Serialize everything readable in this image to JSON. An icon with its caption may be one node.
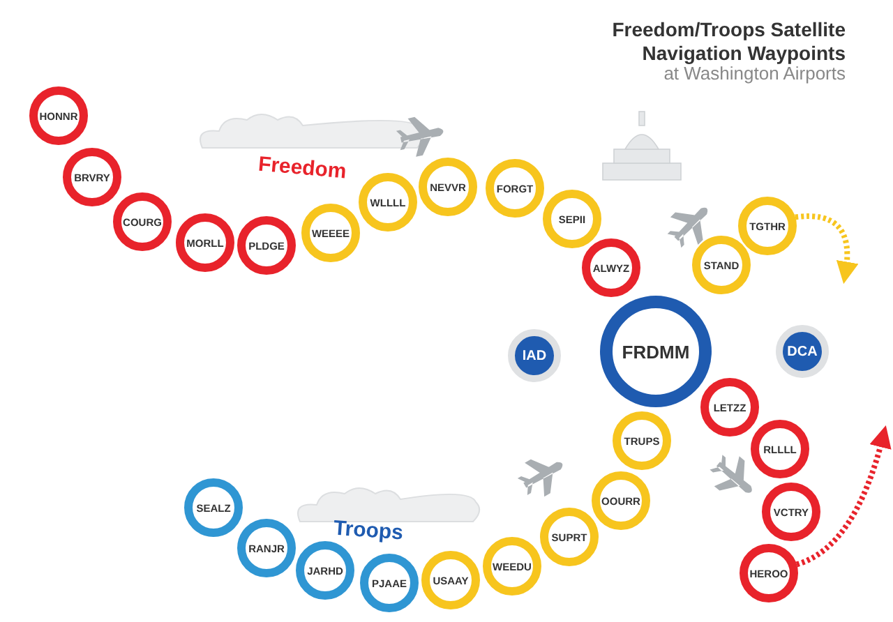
{
  "diagram": {
    "title": "Freedom/Troops Satellite Navigation Waypoints",
    "nodes": [
      {
        "text": [
          "HONNR"
        ]
      },
      {
        "text": [
          "BRVRY"
        ]
      },
      {
        "text": [
          "COURG"
        ]
      },
      {
        "text": [
          "MORLL"
        ]
      },
      {
        "text": [
          "PLDGE"
        ]
      },
      {
        "text": [
          "WEEEE"
        ]
      },
      {
        "text": [
          "WLLLL"
        ]
      },
      {
        "text": [
          "NEVVR"
        ]
      },
      {
        "text": [
          "FORGT"
        ]
      },
      {
        "text": [
          "SEPII"
        ]
      },
      {
        "text": [
          "ALWYZ"
        ]
      },
      {
        "text": [
          "STAND"
        ]
      },
      {
        "text": [
          "TGTHR"
        ]
      },
      {
        "text": [
          "IAD"
        ]
      },
      {
        "text": [
          "FRDMM"
        ]
      },
      {
        "text": [
          "DCA"
        ]
      },
      {
        "text": [
          "LETZZ"
        ]
      },
      {
        "text": [
          "TRUPS"
        ]
      },
      {
        "text": [
          "RLLLL"
        ]
      },
      {
        "text": [
          "OOURR"
        ]
      },
      {
        "text": [
          "VCTRY"
        ]
      },
      {
        "text": [
          "SUPRT"
        ]
      },
      {
        "text": [
          "SEALZ"
        ]
      },
      {
        "text": [
          "WEEDU"
        ]
      },
      {
        "text": [
          "RANJR"
        ]
      },
      {
        "text": [
          "JARHD"
        ]
      },
      {
        "text": [
          "USAAY"
        ]
      },
      {
        "text": [
          "PJAAE"
        ]
      },
      {
        "text": [
          "HEROO"
        ]
      }
    ],
    "edges": [
      {
        "from": 12,
        "to": null,
        "arrow": "to",
        "style": "dashed",
        "color": "#f7c51e"
      },
      {
        "from": 28,
        "to": null,
        "arrow": "to",
        "style": "dashed",
        "color": "#e8232b"
      }
    ],
    "labels": [
      "at Washington Airports",
      "Freedom",
      "Troops"
    ]
  }
}
